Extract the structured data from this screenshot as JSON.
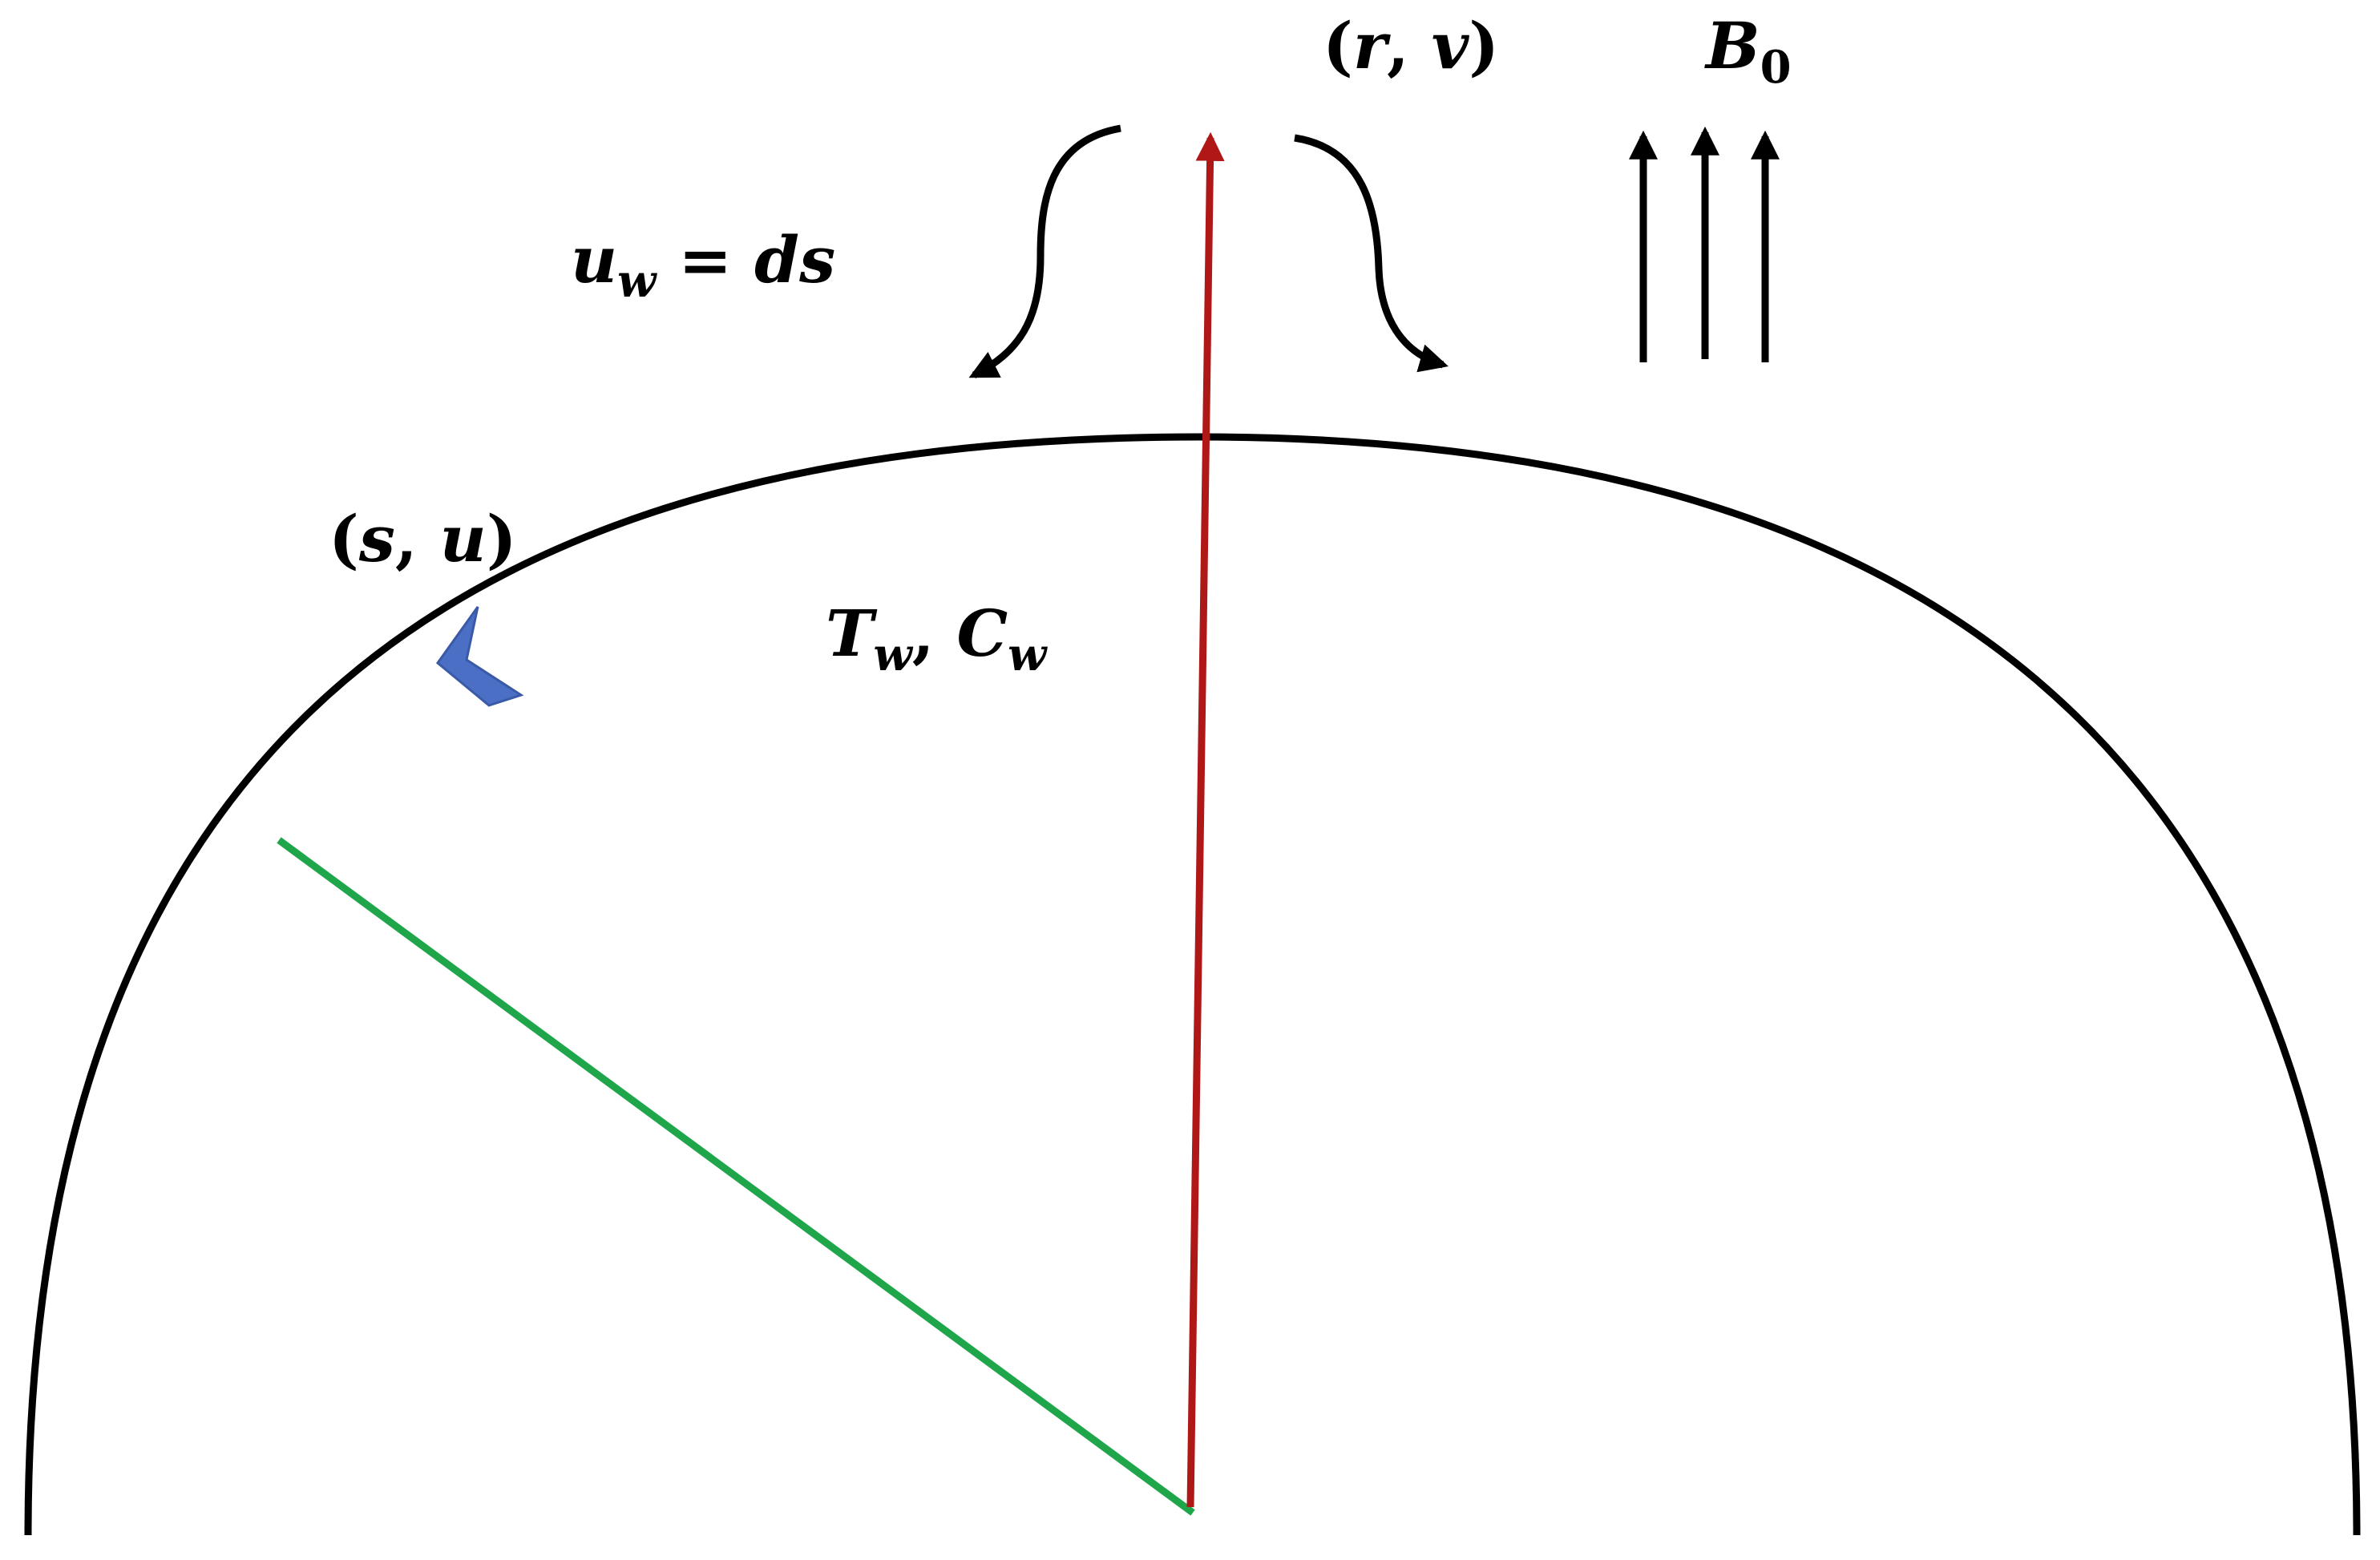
{
  "labels": {
    "rv": {
      "open": "(",
      "r": "r",
      "comma": ", ",
      "v": "v",
      "close": ")"
    },
    "B0": {
      "base": "B",
      "sub": "0"
    },
    "uw": {
      "base": "u",
      "sub": "w",
      "rest": " = ",
      "d": "d",
      "s": "s"
    },
    "su": {
      "open": "(",
      "s": "s",
      "comma": ", ",
      "u": "u",
      "close": ")"
    },
    "TwCw": {
      "T": "T",
      "Tsub": "w",
      "comma": ", ",
      "C": "C",
      "Csub": "w"
    }
  },
  "colors": {
    "outline": "#000000",
    "radius_red": "#b01717",
    "radius_green": "#1fa64a",
    "marker_blue": "#4a6fc4"
  },
  "icons": {
    "field_arrows": "up-arrow-icon",
    "swirl_left": "curved-arrow-left-icon",
    "swirl_right": "curved-arrow-right-icon",
    "marker": "chevron-marker-icon"
  }
}
